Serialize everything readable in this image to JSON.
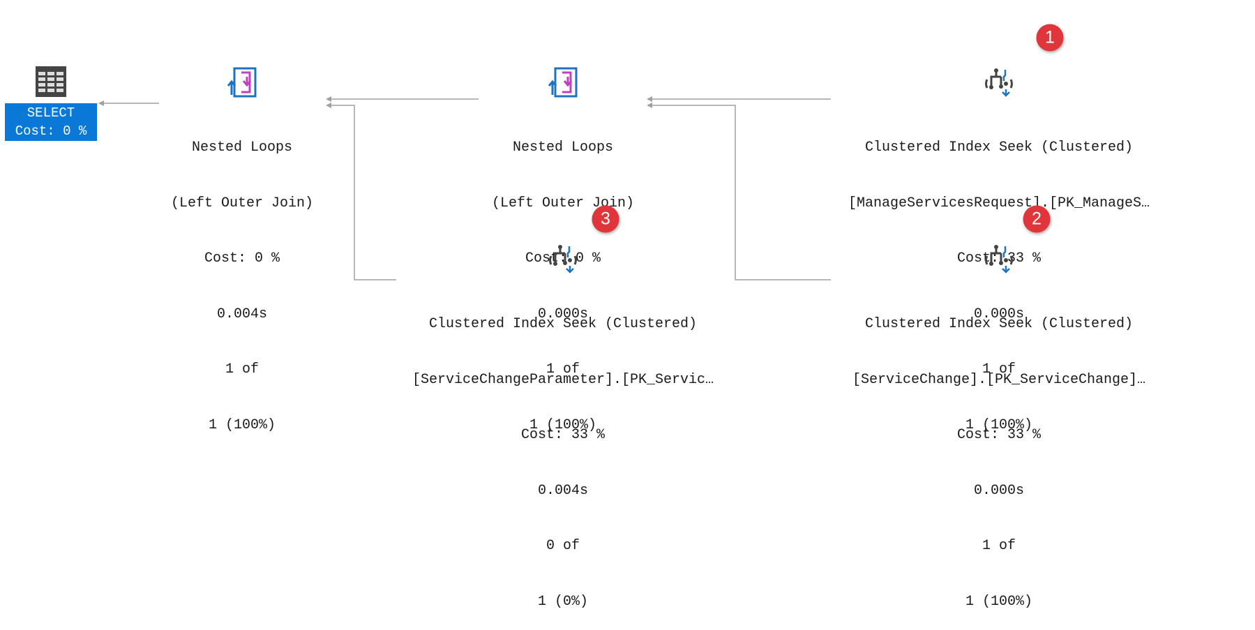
{
  "select": {
    "title": "SELECT",
    "cost": "Cost: 0 %"
  },
  "nodes": [
    {
      "lines": [
        "Nested Loops",
        "(Left Outer Join)",
        "Cost: 0 %",
        "0.004s",
        "1 of",
        "1 (100%)"
      ]
    },
    {
      "lines": [
        "Nested Loops",
        "(Left Outer Join)",
        "Cost: 0 %",
        "0.000s",
        "1 of",
        "1 (100%)"
      ]
    },
    {
      "lines": [
        "Clustered Index Seek (Clustered)",
        "[ManageServicesRequest].[PK_ManageS…",
        "Cost: 33 %",
        "0.000s",
        "1 of",
        "1 (100%)"
      ]
    },
    {
      "lines": [
        "Clustered Index Seek (Clustered)",
        "[ServiceChangeParameter].[PK_Servic…",
        "Cost: 33 %",
        "0.004s",
        "0 of",
        "1 (0%)"
      ]
    },
    {
      "lines": [
        "Clustered Index Seek (Clustered)",
        "[ServiceChange].[PK_ServiceChange]…",
        "Cost: 33 %",
        "0.000s",
        "1 of",
        "1 (100%)"
      ]
    }
  ],
  "badges": [
    "1",
    "3",
    "2"
  ],
  "colors": {
    "select_bg": "#0a78d7",
    "badge": "#e0353a",
    "link": "#a0a0a0",
    "icon_blue": "#1e73be",
    "icon_magenta": "#c040c0"
  }
}
